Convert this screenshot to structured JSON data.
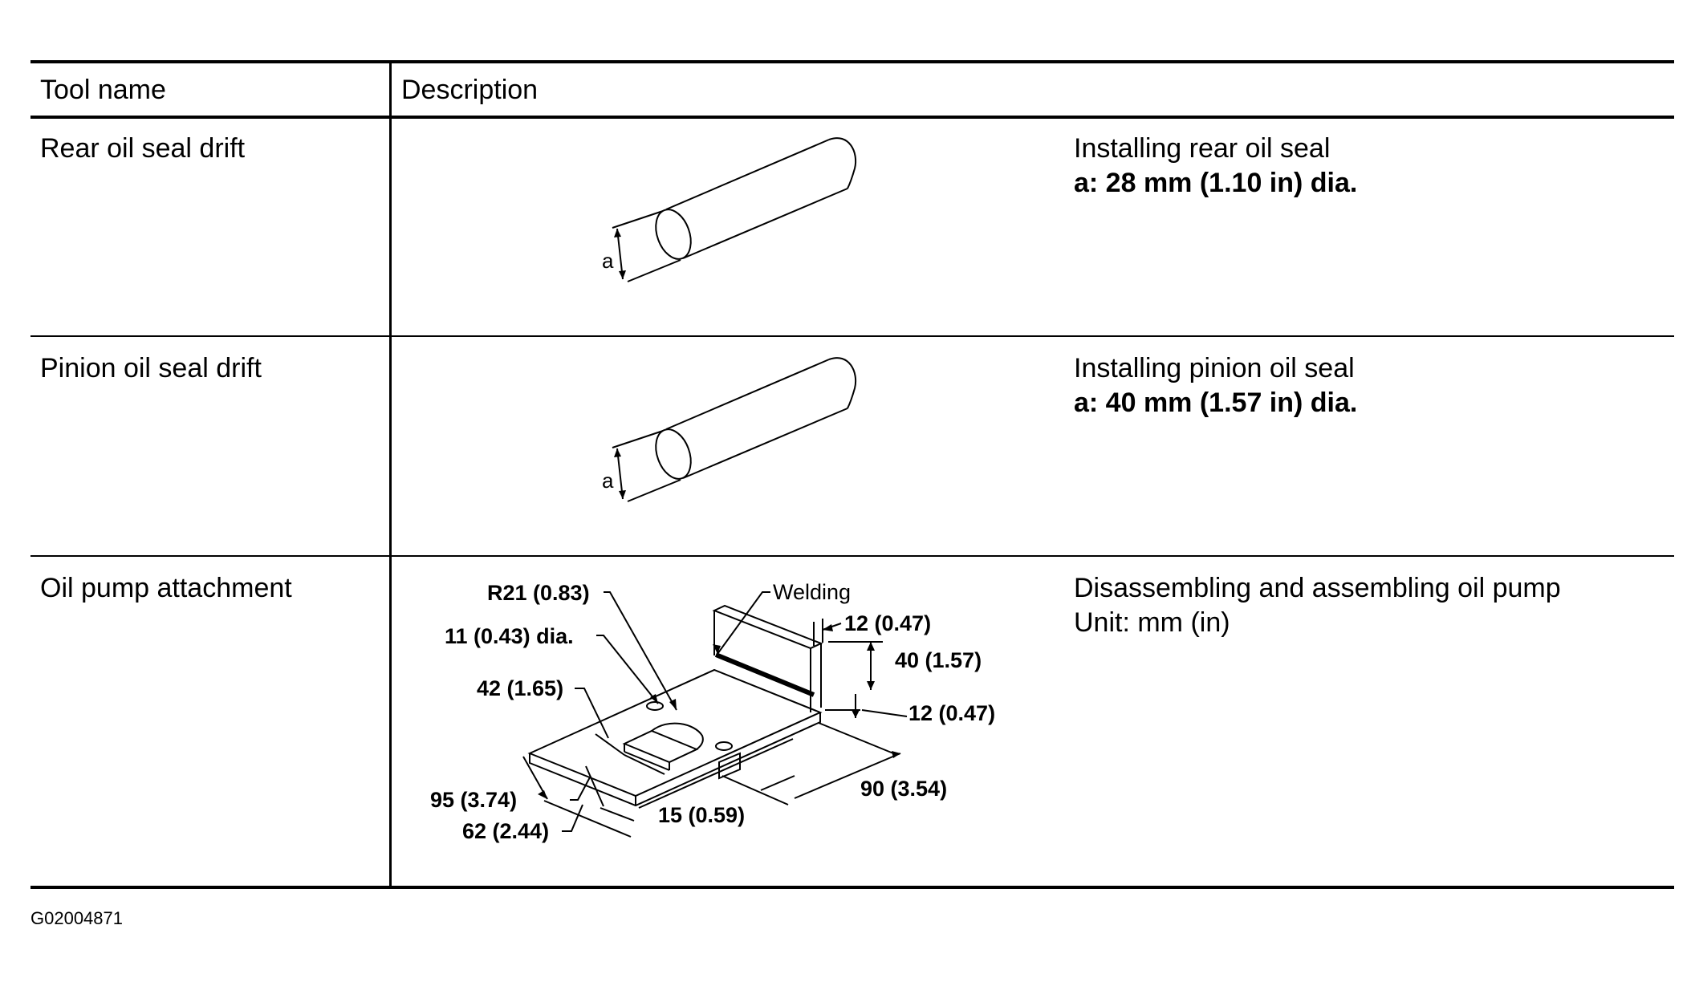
{
  "table": {
    "headers": {
      "tool_name": "Tool name",
      "description": "Description"
    },
    "rows": [
      {
        "tool": "Rear oil seal drift",
        "illustration": {
          "icon": "cylinder-drift-drawing",
          "label_a": "a"
        },
        "purpose": "Installing rear oil seal",
        "spec": "a: 28 mm (1.10 in) dia."
      },
      {
        "tool": "Pinion oil seal drift",
        "illustration": {
          "icon": "cylinder-drift-drawing",
          "label_a": "a"
        },
        "purpose": "Installing pinion oil seal",
        "spec": "a: 40 mm (1.57 in) dia."
      },
      {
        "tool": "Oil pump attachment",
        "illustration": {
          "icon": "oil-pump-attachment-drawing",
          "labels": {
            "r21": "R21 (0.83)",
            "hole": "11 (0.43) dia.",
            "d42": "42 (1.65)",
            "d95": "95 (3.74)",
            "d62": "62 (2.44)",
            "d15": "15 (0.59)",
            "d90": "90 (3.54)",
            "welding": "Welding",
            "d12_top": "12 (0.47)",
            "d40": "40 (1.57)",
            "d12_side": "12 (0.47)"
          }
        },
        "purpose": "Disassembling and assembling oil pump",
        "spec": "Unit: mm (in)"
      }
    ]
  },
  "figure_id": "G02004871"
}
